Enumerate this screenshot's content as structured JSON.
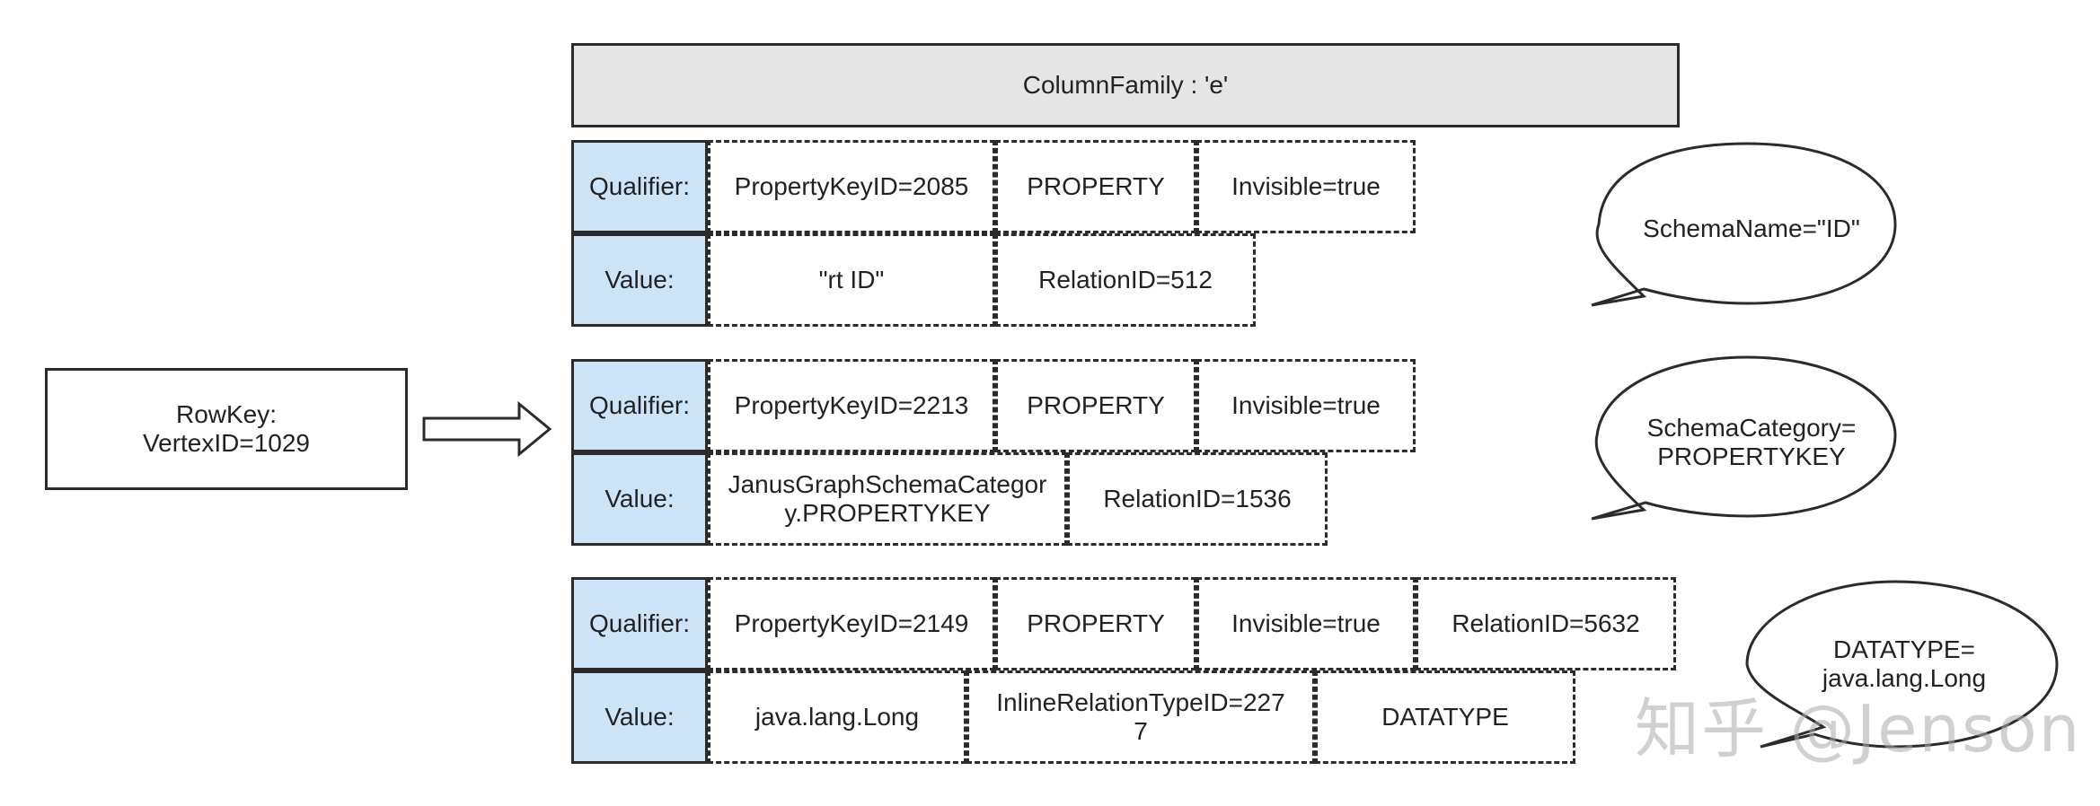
{
  "column_family": "ColumnFamily : 'e'",
  "rowkey": {
    "line1": "RowKey:",
    "line2": "VertexID=1029"
  },
  "groups": [
    {
      "qualifier_label": "Qualifier:",
      "value_label": "Value:",
      "qualifier": [
        "PropertyKeyID=2085",
        "PROPERTY",
        "Invisible=true"
      ],
      "value": [
        "\"rt ID\"",
        "RelationID=512"
      ],
      "bubble": "SchemaName=\"ID\""
    },
    {
      "qualifier_label": "Qualifier:",
      "value_label": "Value:",
      "qualifier": [
        "PropertyKeyID=2213",
        "PROPERTY",
        "Invisible=true"
      ],
      "value": [
        "JanusGraphSchemaCategory.PROPERTYKEY",
        "RelationID=1536"
      ],
      "value_display": [
        "JanusGraphSchemaCategor\ny.PROPERTYKEY",
        "RelationID=1536"
      ],
      "bubble": "SchemaCategory=\nPROPERTYKEY"
    },
    {
      "qualifier_label": "Qualifier:",
      "value_label": "Value:",
      "qualifier": [
        "PropertyKeyID=2149",
        "PROPERTY",
        "Invisible=true",
        "RelationID=5632"
      ],
      "value": [
        "java.lang.Long",
        "InlineRelationTypeID=2277",
        "DATATYPE"
      ],
      "value_display": [
        "java.lang.Long",
        "InlineRelationTypeID=227\n7",
        "DATATYPE"
      ],
      "bubble": "DATATYPE=\njava.lang.Long"
    }
  ],
  "watermark": "知乎 @Jenson"
}
